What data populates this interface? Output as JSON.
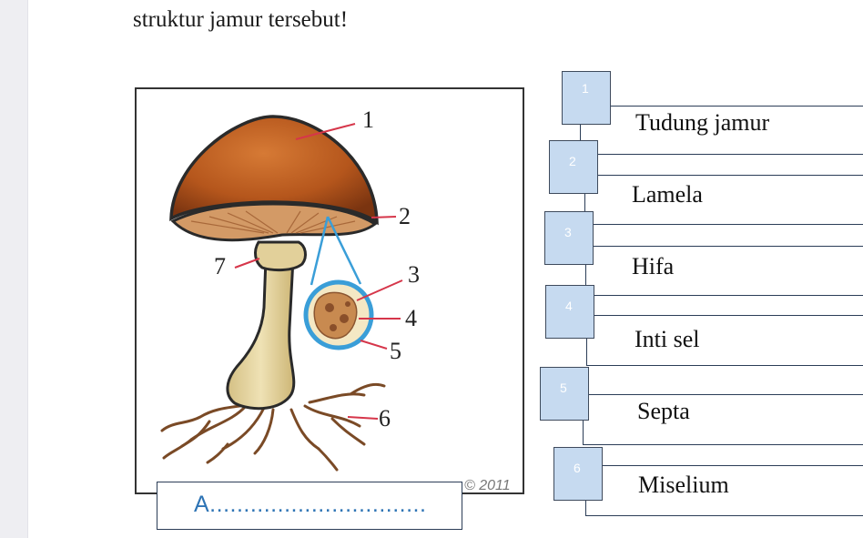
{
  "instruction": "struktur jamur tersebut!",
  "figure": {
    "callouts": [
      "1",
      "2",
      "3",
      "4",
      "5",
      "6",
      "7"
    ],
    "credit": "© 2011"
  },
  "answer_box": {
    "text": "A................................"
  },
  "matching": [
    {
      "number": "1",
      "label": "Tudung jamur"
    },
    {
      "number": "2",
      "label": "Lamela"
    },
    {
      "number": "3",
      "label": "Hifa"
    },
    {
      "number": "4",
      "label": "Inti sel"
    },
    {
      "number": "5",
      "label": "Septa"
    },
    {
      "number": "6",
      "label": "Miselium"
    }
  ],
  "colors": {
    "box_fill": "#c6daf0",
    "cap": "#b5561c",
    "stem": "#e6d6a4",
    "answer_text": "#2e74b5"
  }
}
